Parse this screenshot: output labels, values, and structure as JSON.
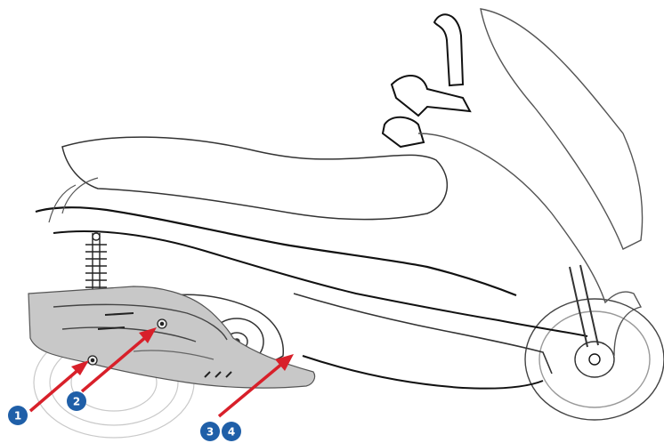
{
  "diagram": {
    "subject": "scooter-side-view",
    "colors": {
      "line": "#1a1a1a",
      "exhaust_fill": "#c8c8c8",
      "arrow": "#d8202a",
      "callout_fill": "#1f5fa8",
      "callout_text": "#ffffff"
    },
    "callouts": [
      {
        "id": "c1",
        "label": "1"
      },
      {
        "id": "c2",
        "label": "2"
      },
      {
        "id": "c3",
        "label": "3"
      },
      {
        "id": "c4",
        "label": "4"
      }
    ]
  }
}
